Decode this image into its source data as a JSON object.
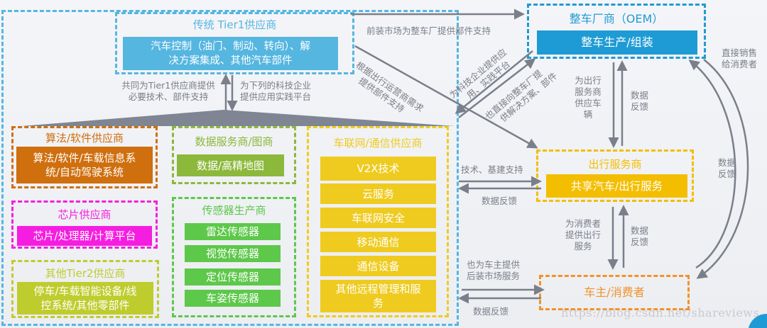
{
  "colors": {
    "tier1_blue": "#55b6e0",
    "oem_blue": "#1e9bd4",
    "orange_dark": "#cf6f0e",
    "green_light": "#8cb83b",
    "magenta": "#f51ee0",
    "olive": "#bfcc2e",
    "green": "#5dc84a",
    "yellow": "#efcb20",
    "yellow_mobility": "#f4be00",
    "orange_consumer": "#f29227",
    "arrow_gray": "#7a7f8a"
  },
  "tier1": {
    "title": "传统 Tier1供应商",
    "content_line1": "汽车控制（油门、制动、转向）、解",
    "content_line2": "决方案集成、其他汽车部件"
  },
  "tier1_support_left": {
    "line1": "共同为Tier1供应商提供",
    "line2": "必要技术、部件支持"
  },
  "tier1_support_right": {
    "line1": "为下列的科技企业",
    "line2": "提供应用实践平台"
  },
  "algo": {
    "title": "算法/软件供应商",
    "content_line1": "算法/软件/车载信息系",
    "content_line2": "统/自动驾驶系统"
  },
  "data_map": {
    "title": "数据服务商/图商",
    "content": "数据/高精地图"
  },
  "chip": {
    "title": "芯片供应商",
    "content": "芯片/处理器/计算平台"
  },
  "sensor": {
    "title": "传感器生产商",
    "items": [
      "雷达传感器",
      "视觉传感器",
      "定位传感器",
      "车姿传感器"
    ]
  },
  "tier2": {
    "title": "其他Tier2供应商",
    "content_line1": "停车/车载智能设备/线",
    "content_line2": "控系统/其他零部件"
  },
  "iov": {
    "title": "车联网/通信供应商",
    "items": [
      "V2X技术",
      "云服务",
      "车联网安全",
      "移动通信",
      "通信设备"
    ],
    "last_line1": "其他远程管理和服",
    "last_line2": "务"
  },
  "oem": {
    "title": "整车厂商（OEM）",
    "content": "整车生产/组装"
  },
  "mobility": {
    "title": "出行服务商",
    "content": "共享汽车/出行服务"
  },
  "consumer": {
    "title": "车主/消费者"
  },
  "arrows": {
    "front_market": "前装市场为整车厂提供部件支持",
    "by_demand_line1": "根据出行运营商需求",
    "by_demand_line2": "提供部件支持",
    "tech_platform_line1": "为科技企业提供应",
    "tech_platform_line2": "用、实践平台",
    "direct_oem_line1": "也直接向整车厂提",
    "direct_oem_line2": "供解决方案、部件",
    "oem_to_mobility": [
      "为出行",
      "服务商",
      "供应车",
      "辆"
    ],
    "feedback_oem": [
      "数据",
      "反馈"
    ],
    "direct_sales": [
      "直接销售",
      "给消费者"
    ],
    "feedback_arc": [
      "数据",
      "反馈"
    ],
    "tech_infra": "技术、基建支持",
    "feedback_mobility": "数据反馈",
    "mobility_to_consumer": [
      "为消费者",
      "提供出行",
      "服务"
    ],
    "feedback_consumer_up": [
      "数据",
      "反馈"
    ],
    "aftermarket": [
      "也为车主提供",
      "后装市场服务"
    ],
    "feedback_consumer": "数据反馈"
  },
  "watermark": "https://blog.csdn.net/shareviews"
}
